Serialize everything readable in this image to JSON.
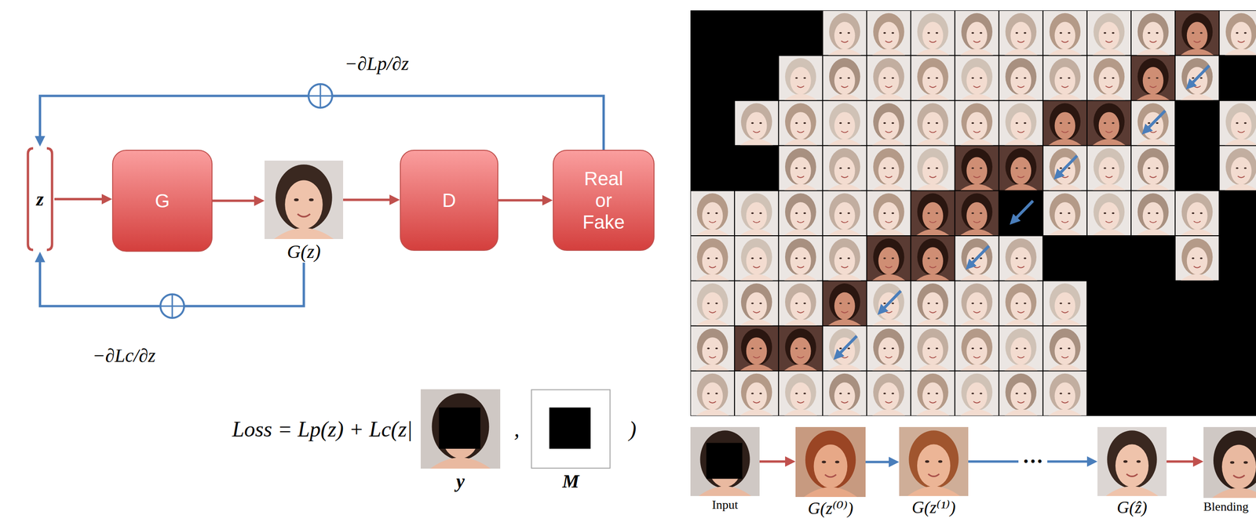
{
  "diagram": {
    "nodes": [
      {
        "text": [
          "z"
        ]
      },
      {
        "text": [
          "G"
        ]
      },
      {
        "text": [
          "G(z)"
        ]
      },
      {
        "text": [
          "D"
        ]
      },
      {
        "text": [
          "Real or Fake"
        ]
      },
      {
        "text": [
          "y"
        ]
      },
      {
        "text": [
          "M"
        ]
      },
      {
        "text": [
          "Input"
        ]
      },
      {
        "text": [
          "G(z⁽⁰⁾)"
        ]
      },
      {
        "text": [
          "G(z⁽¹⁾)"
        ]
      },
      {
        "text": [
          "G(ẑ)"
        ]
      },
      {
        "text": [
          "Blending"
        ]
      }
    ],
    "edges": [
      {
        "from": 0,
        "to": 1,
        "arrow": "to"
      },
      {
        "from": 1,
        "to": 2,
        "arrow": "to"
      },
      {
        "from": 2,
        "to": 3,
        "arrow": "to"
      },
      {
        "from": 3,
        "to": 4,
        "arrow": "to"
      },
      {
        "from": 4,
        "to": 0,
        "label": "−∂Lp/∂z",
        "arrow": "to"
      },
      {
        "from": 2,
        "to": 0,
        "label": "−∂Lc/∂z",
        "arrow": "to"
      },
      {
        "from": 7,
        "to": 8,
        "arrow": "to"
      },
      {
        "from": 8,
        "to": 9,
        "arrow": "to"
      },
      {
        "from": 9,
        "to": 10,
        "label": "···",
        "arrow": "to"
      },
      {
        "from": 10,
        "to": 11,
        "arrow": "to"
      }
    ],
    "labels": [
      "Loss = Lp(z) + Lc(z|",
      ",",
      ")"
    ]
  }
}
